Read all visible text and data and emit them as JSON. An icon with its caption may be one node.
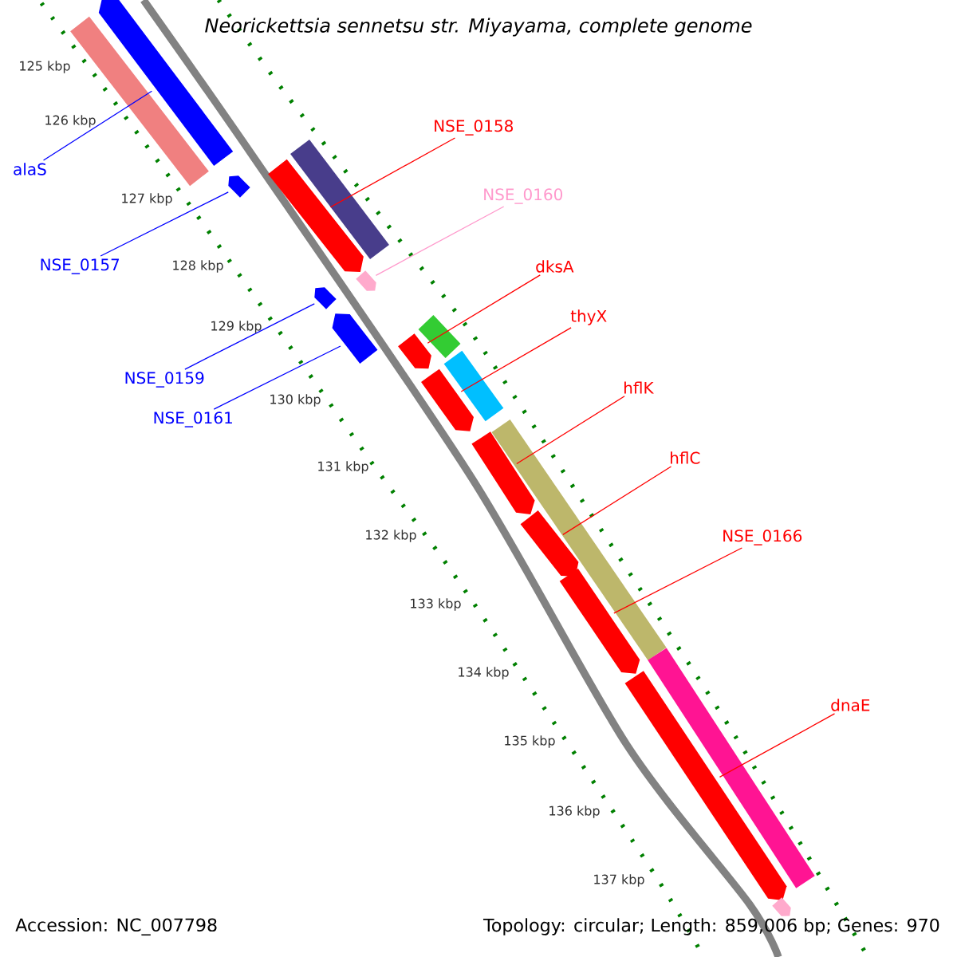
{
  "diagram": {
    "title": "Neorickettsia sennetsu str. Miyayama, complete genome",
    "nodes": [
      {
        "text": [
          "alaS"
        ]
      },
      {
        "text": [
          "NSE_0157"
        ]
      },
      {
        "text": [
          "NSE_0158"
        ]
      },
      {
        "text": [
          "NSE_0160"
        ]
      },
      {
        "text": [
          "dksA"
        ]
      },
      {
        "text": [
          "NSE_0159"
        ]
      },
      {
        "text": [
          "thyX"
        ]
      },
      {
        "text": [
          "NSE_0161"
        ]
      },
      {
        "text": [
          "hflK"
        ]
      },
      {
        "text": [
          "hflC"
        ]
      },
      {
        "text": [
          "NSE_0166"
        ]
      },
      {
        "text": [
          "dnaE"
        ]
      },
      {
        "text": [],
        "shape": "bar"
      },
      {
        "text": [],
        "shape": "bar"
      },
      {
        "text": [],
        "shape": "bar"
      },
      {
        "text": [],
        "shape": "bar"
      },
      {
        "text": [],
        "shape": "bar"
      },
      {
        "text": [],
        "shape": "bar"
      },
      {
        "text": [],
        "shape": "bar"
      },
      {
        "text": [],
        "shape": "bar"
      },
      {
        "text": [],
        "shape": "bar"
      },
      {
        "text": [],
        "shape": "bar"
      },
      {
        "text": [],
        "shape": "bar"
      },
      {
        "text": [],
        "shape": "bar"
      },
      {
        "text": [],
        "shape": "bar"
      },
      {
        "text": [],
        "shape": "bar"
      },
      {
        "text": [],
        "shape": "bar"
      },
      {
        "text": [],
        "shape": "bar"
      },
      {
        "text": [],
        "shape": "bar"
      },
      {
        "text": [],
        "shape": "bar"
      },
      {
        "text": [],
        "shape": "bar"
      }
    ],
    "edges": [
      {
        "from": 0,
        "to": 13,
        "arrow": "none",
        "color": "#0000ff"
      },
      {
        "from": 1,
        "to": 14,
        "arrow": "none",
        "color": "#0000ff"
      },
      {
        "from": 2,
        "to": 15,
        "arrow": "none"
      },
      {
        "from": 3,
        "to": 17,
        "arrow": "none",
        "color": "#ff99cc"
      },
      {
        "from": 4,
        "to": 20,
        "arrow": "none"
      },
      {
        "from": 5,
        "to": 18,
        "arrow": "none",
        "color": "#0000ff"
      },
      {
        "from": 6,
        "to": 22,
        "arrow": "none"
      },
      {
        "from": 7,
        "to": 19,
        "arrow": "none",
        "color": "#0000ff"
      },
      {
        "from": 8,
        "to": 24,
        "arrow": "none"
      },
      {
        "from": 9,
        "to": 26,
        "arrow": "none"
      },
      {
        "from": 10,
        "to": 27,
        "arrow": "none"
      },
      {
        "from": 11,
        "to": 28,
        "arrow": "none"
      }
    ],
    "labels": [
      "125 kbp",
      "126 kbp",
      "127 kbp",
      "128 kbp",
      "129 kbp",
      "130 kbp",
      "131 kbp",
      "132 kbp",
      "133 kbp",
      "134 kbp",
      "135 kbp",
      "136 kbp",
      "137 kbp",
      "Accession: NC_007798",
      "Topology: circular; Length: 859,006 bp; Genes: 970"
    ]
  }
}
